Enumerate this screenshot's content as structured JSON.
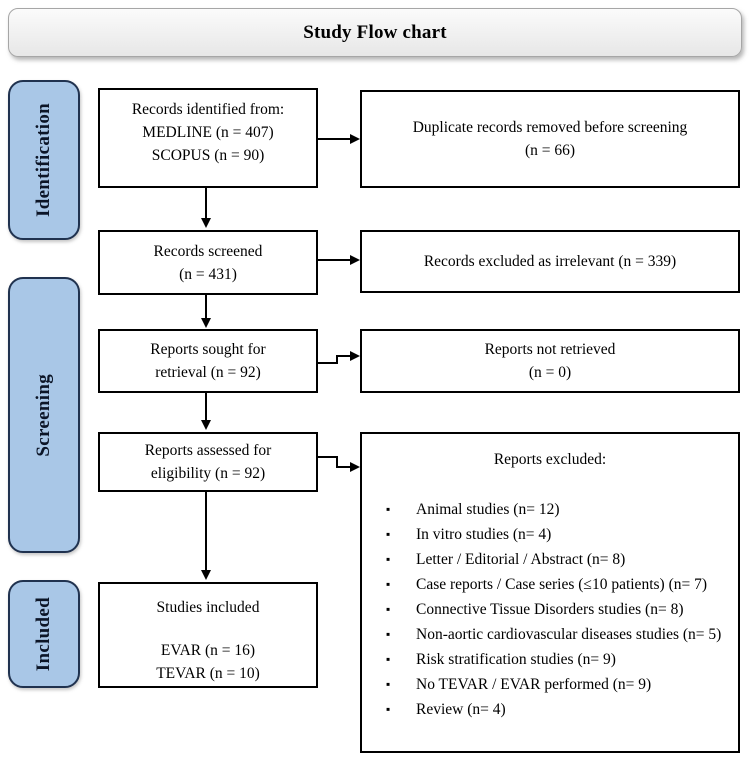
{
  "title": "Study Flow chart",
  "stages": {
    "identification": "Identification",
    "screening": "Screening",
    "included": "Included"
  },
  "boxes": {
    "records_identified": {
      "line1": "Records identified from:",
      "line2": "MEDLINE (n = 407)",
      "line3": "SCOPUS (n = 90)"
    },
    "duplicates_removed": {
      "line1": "Duplicate records removed before screening",
      "line2": "(n = 66)"
    },
    "records_screened": {
      "line1": "Records screened",
      "line2": "(n = 431)"
    },
    "records_excluded_irrelevant": {
      "line1": "Records excluded as irrelevant (n = 339)"
    },
    "reports_sought": {
      "line1": "Reports sought for",
      "line2": "retrieval (n = 92)"
    },
    "reports_not_retrieved": {
      "line1": "Reports not retrieved",
      "line2": "(n = 0)"
    },
    "reports_assessed": {
      "line1": "Reports assessed for",
      "line2": "eligibility (n = 92)"
    },
    "reports_excluded": {
      "header": "Reports excluded:",
      "items": [
        "Animal studies (n= 12)",
        "In vitro studies (n= 4)",
        "Letter / Editorial / Abstract (n= 8)",
        "Case reports / Case series (≤10 patients) (n= 7)",
        "Connective Tissue Disorders studies (n= 8)",
        "Non-aortic cardiovascular diseases studies (n= 5)",
        "Risk stratification studies (n= 9)",
        "No TEVAR / EVAR performed (n= 9)",
        "Review (n= 4)"
      ]
    },
    "studies_included": {
      "line1": "Studies included",
      "line2": "EVAR (n = 16)",
      "line3": "TEVAR (n = 10)"
    }
  },
  "colors": {
    "stage_fill": "#a9c7e7",
    "stage_border": "#20324f",
    "box_border": "#000000",
    "banner_fill": "#f2f2f2",
    "banner_border": "#a6a6a6"
  }
}
